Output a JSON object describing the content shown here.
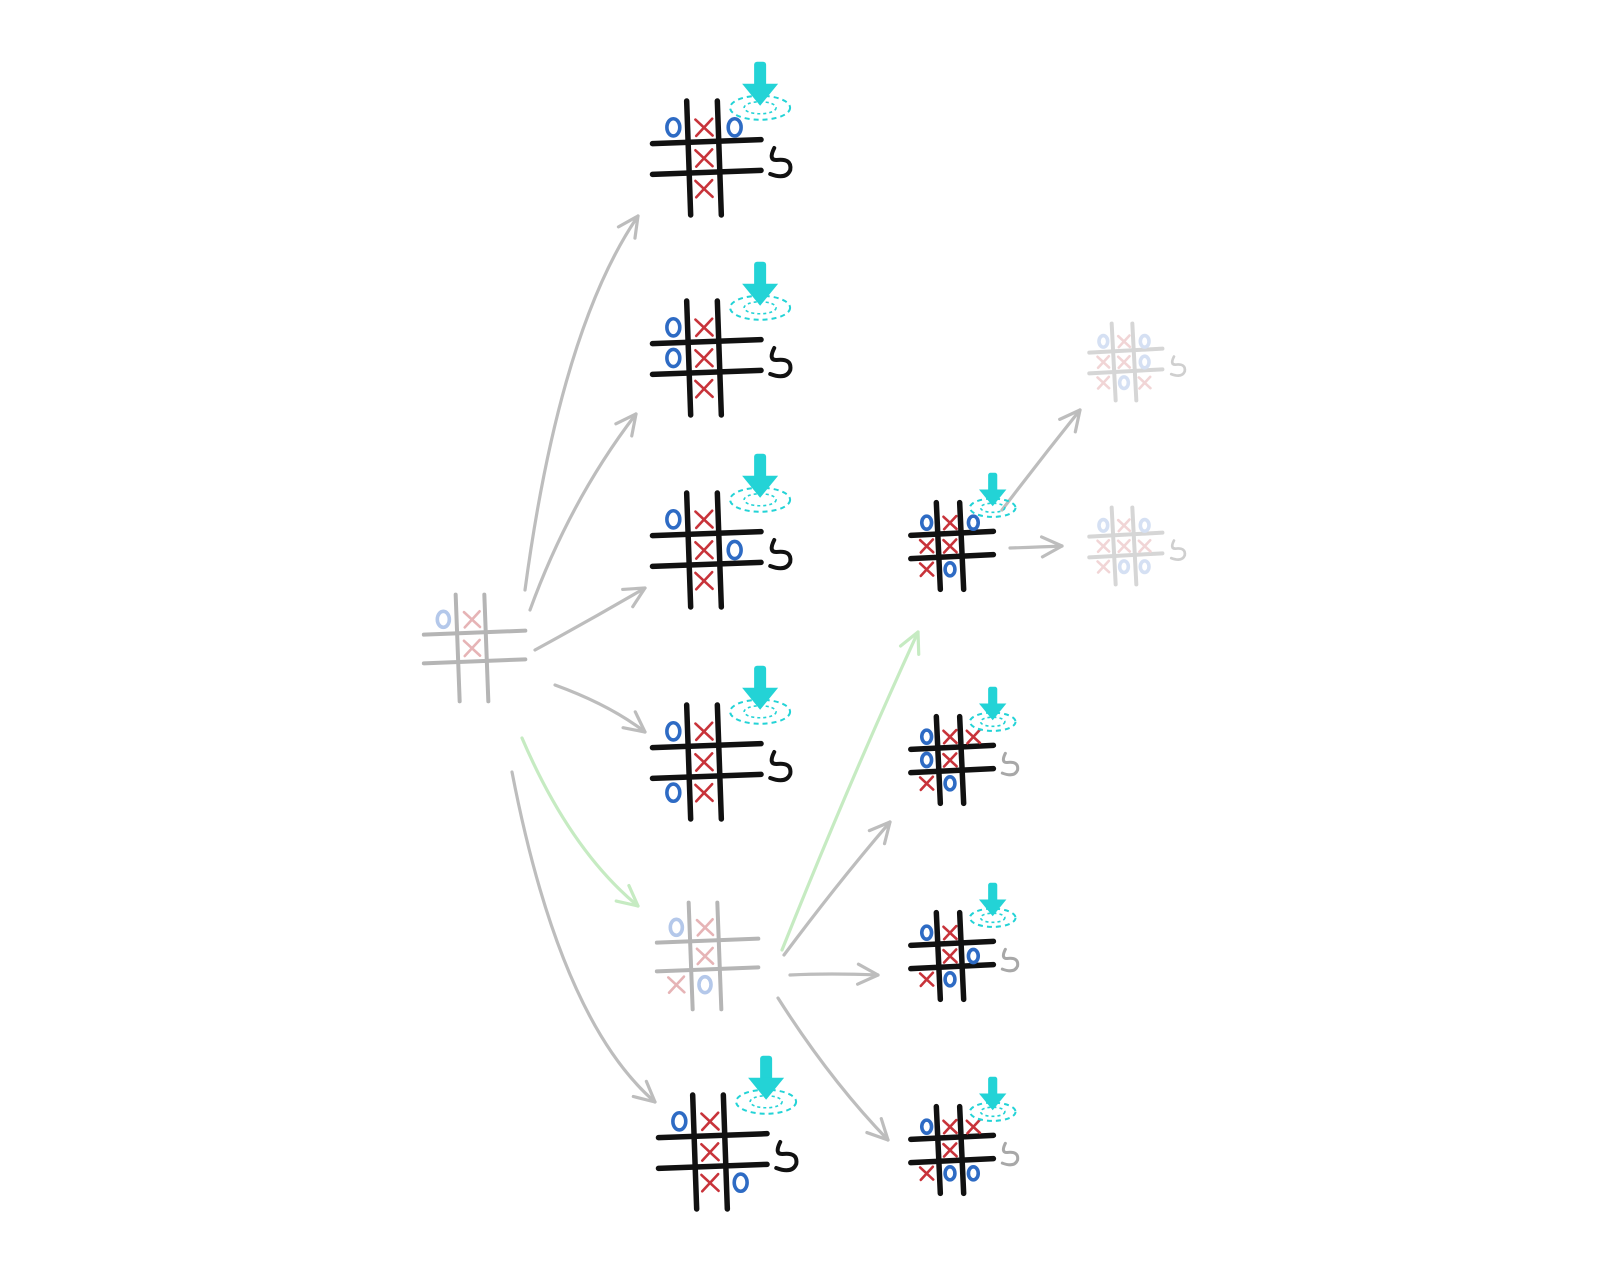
{
  "colors": {
    "x_mark": "#c8333a",
    "o_mark": "#2e6bc4",
    "grid_active": "#111111",
    "grid_faded": "#b5b5b5",
    "arrow": "#bdbdbd",
    "arrow_highlight": "#c6ebc2",
    "marker": "#23d3d6",
    "return_active": "#111111",
    "return_faded": "#a8a8a8"
  },
  "icons": {
    "board": "tic-tac-toe-board",
    "marker": "down-arrow-target-icon",
    "return": "return-loop-icon"
  },
  "boards": [
    {
      "id": "root",
      "cells": [
        "O",
        "X",
        "",
        "",
        "X",
        "",
        "",
        "",
        ""
      ],
      "state": "faded",
      "marker": false,
      "return": false
    },
    {
      "id": "a1",
      "cells": [
        "O",
        "X",
        "O",
        "",
        "X",
        "",
        "",
        "X",
        ""
      ],
      "state": "active",
      "marker": true,
      "return": true
    },
    {
      "id": "a2",
      "cells": [
        "O",
        "X",
        "",
        "O",
        "X",
        "",
        "",
        "X",
        ""
      ],
      "state": "active",
      "marker": true,
      "return": true
    },
    {
      "id": "a3",
      "cells": [
        "O",
        "X",
        "",
        "",
        "X",
        "O",
        "",
        "X",
        ""
      ],
      "state": "active",
      "marker": true,
      "return": true
    },
    {
      "id": "a4",
      "cells": [
        "O",
        "X",
        "",
        "",
        "X",
        "",
        "O",
        "X",
        ""
      ],
      "state": "active",
      "marker": true,
      "return": true
    },
    {
      "id": "a5",
      "cells": [
        "O",
        "X",
        "",
        "",
        "X",
        "",
        "X",
        "O",
        ""
      ],
      "state": "faded",
      "marker": false,
      "return": false
    },
    {
      "id": "a6",
      "cells": [
        "O",
        "X",
        "",
        "",
        "X",
        "",
        "",
        "X",
        "O"
      ],
      "state": "active",
      "marker": true,
      "return": true
    },
    {
      "id": "b1",
      "cells": [
        "O",
        "X",
        "O",
        "X",
        "X",
        "",
        "X",
        "O",
        ""
      ],
      "state": "active",
      "marker": true,
      "return": false
    },
    {
      "id": "b2",
      "cells": [
        "O",
        "X",
        "X",
        "O",
        "X",
        "",
        "X",
        "O",
        ""
      ],
      "state": "active",
      "marker": true,
      "return": true
    },
    {
      "id": "b3",
      "cells": [
        "O",
        "X",
        "",
        "",
        "X",
        "O",
        "X",
        "O",
        ""
      ],
      "state": "active",
      "marker": true,
      "return": true
    },
    {
      "id": "b4",
      "cells": [
        "O",
        "X",
        "X",
        "",
        "X",
        "",
        "X",
        "O",
        "O"
      ],
      "state": "active",
      "marker": true,
      "return": true
    },
    {
      "id": "c1",
      "cells": [
        "O",
        "X",
        "O",
        "X",
        "X",
        "O",
        "X",
        "O",
        "X"
      ],
      "state": "faded",
      "marker": false,
      "return": true
    },
    {
      "id": "c2",
      "cells": [
        "O",
        "X",
        "O",
        "X",
        "X",
        "X",
        "X",
        "O",
        "O"
      ],
      "state": "faded",
      "marker": false,
      "return": true
    }
  ],
  "edges": [
    {
      "from": "root",
      "to": "a1",
      "highlight": false
    },
    {
      "from": "root",
      "to": "a2",
      "highlight": false
    },
    {
      "from": "root",
      "to": "a3",
      "highlight": false
    },
    {
      "from": "root",
      "to": "a4",
      "highlight": false
    },
    {
      "from": "root",
      "to": "a5",
      "highlight": true
    },
    {
      "from": "root",
      "to": "a6",
      "highlight": false
    },
    {
      "from": "a5",
      "to": "b1",
      "highlight": true
    },
    {
      "from": "a5",
      "to": "b2",
      "highlight": false
    },
    {
      "from": "a5",
      "to": "b3",
      "highlight": false
    },
    {
      "from": "a5",
      "to": "b4",
      "highlight": false
    },
    {
      "from": "b1",
      "to": "c1",
      "highlight": false
    },
    {
      "from": "b1",
      "to": "c2",
      "highlight": false
    }
  ]
}
